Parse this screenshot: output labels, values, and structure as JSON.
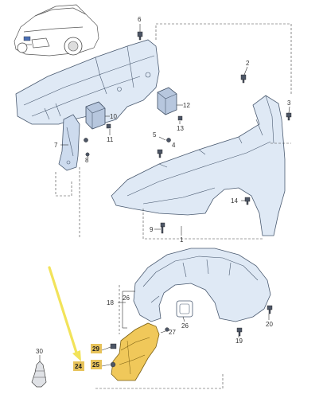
{
  "callouts": {
    "c1": "1",
    "c2": "2",
    "c3": "3",
    "c6": "6",
    "c7": "7",
    "c8": "8",
    "c9": "9",
    "c10": "10",
    "c11": "11",
    "c12": "12",
    "c13": "13",
    "c14": "14",
    "c18": "18",
    "c19": "19",
    "c20": "20",
    "c24": "24",
    "c25": "25",
    "c26": "26",
    "c27": "27",
    "c29": "29",
    "c30": "30"
  },
  "colors": {
    "part_fill": "#dfe9f5",
    "part_stroke": "#4a5a70",
    "highlight_part": "#f0c85a",
    "highlight_badge": "#e7c25a",
    "arrow": "#f2e35a"
  }
}
